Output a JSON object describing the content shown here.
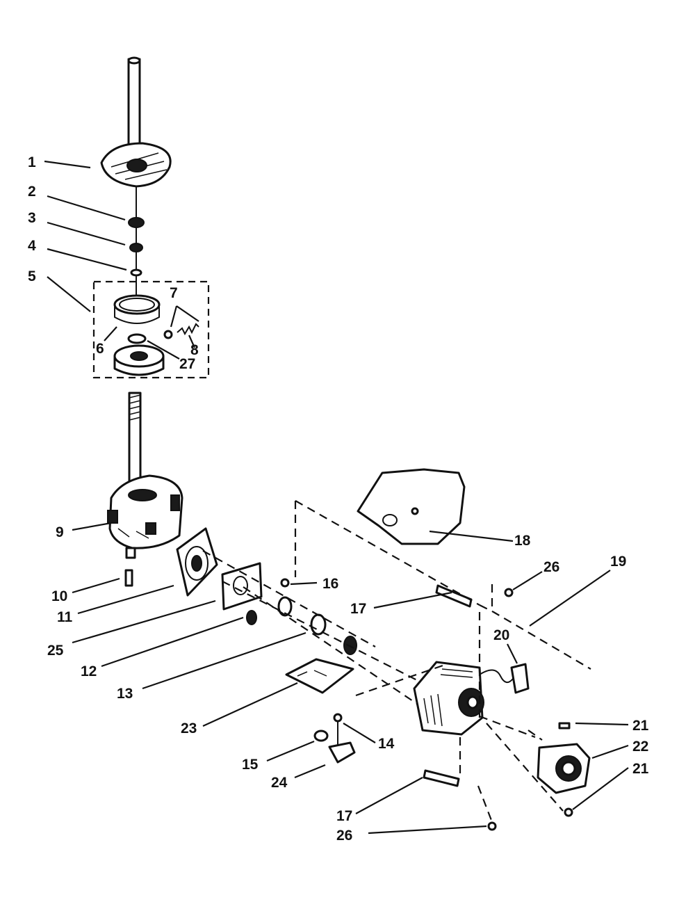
{
  "diagram": {
    "callouts": [
      {
        "id": "1",
        "text": "1"
      },
      {
        "id": "2",
        "text": "2"
      },
      {
        "id": "3",
        "text": "3"
      },
      {
        "id": "4",
        "text": "4"
      },
      {
        "id": "5",
        "text": "5"
      },
      {
        "id": "6",
        "text": "6"
      },
      {
        "id": "7",
        "text": "7"
      },
      {
        "id": "8",
        "text": "8"
      },
      {
        "id": "27",
        "text": "27"
      },
      {
        "id": "9",
        "text": "9"
      },
      {
        "id": "10",
        "text": "10"
      },
      {
        "id": "11",
        "text": "11"
      },
      {
        "id": "25",
        "text": "25"
      },
      {
        "id": "12",
        "text": "12"
      },
      {
        "id": "13",
        "text": "13"
      },
      {
        "id": "23",
        "text": "23"
      },
      {
        "id": "15",
        "text": "15"
      },
      {
        "id": "14",
        "text": "14"
      },
      {
        "id": "24",
        "text": "24"
      },
      {
        "id": "16",
        "text": "16"
      },
      {
        "id": "17a",
        "text": "17"
      },
      {
        "id": "18",
        "text": "18"
      },
      {
        "id": "26a",
        "text": "26"
      },
      {
        "id": "19",
        "text": "19"
      },
      {
        "id": "20",
        "text": "20"
      },
      {
        "id": "21a",
        "text": "21"
      },
      {
        "id": "22",
        "text": "22"
      },
      {
        "id": "21b",
        "text": "21"
      },
      {
        "id": "17b",
        "text": "17"
      },
      {
        "id": "26b",
        "text": "26"
      }
    ]
  }
}
